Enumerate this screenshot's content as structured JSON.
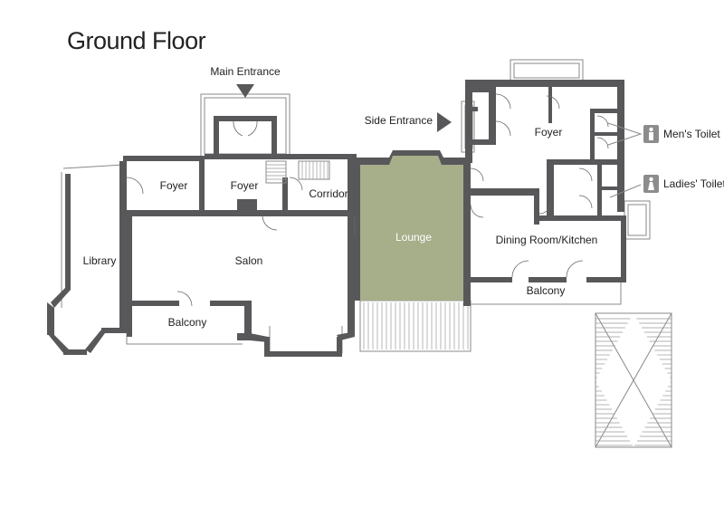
{
  "title": "Ground Floor",
  "markers": {
    "main_entrance": "Main Entrance",
    "side_entrance": "Side Entrance"
  },
  "rooms": {
    "library": "Library",
    "foyer_left": "Foyer",
    "foyer_center": "Foyer",
    "corridor": "Corridor",
    "salon": "Salon",
    "balcony_left": "Balcony",
    "lounge": "Lounge",
    "foyer_right": "Foyer",
    "dining": "Dining Room/Kitchen",
    "balcony_right": "Balcony"
  },
  "toilets": {
    "mens": "Men's Toilet",
    "ladies": "Ladies' Toilet"
  },
  "colors": {
    "wall": "#58585a",
    "lounge_fill": "#a6ae8a",
    "toilet_icon_bg": "#8c8c8c"
  }
}
